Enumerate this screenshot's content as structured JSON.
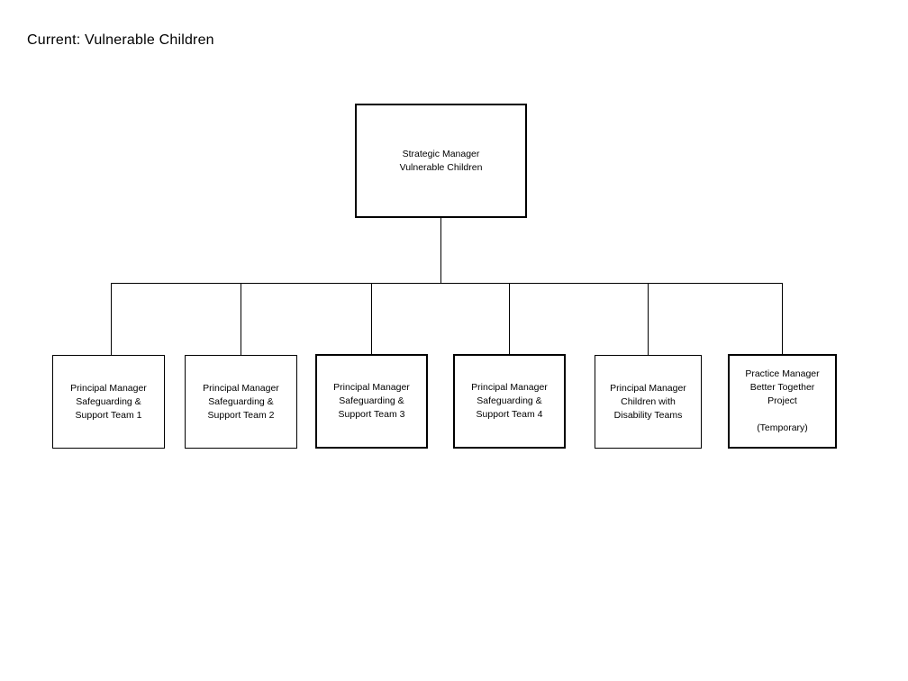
{
  "title": "Current: Vulnerable Children",
  "colors": {
    "line": "#000000",
    "text": "#000000",
    "background": "#ffffff"
  },
  "org_chart": {
    "root": {
      "label": "Strategic Manager\nVulnerable Children",
      "border": "thick"
    },
    "children": [
      {
        "label": "Principal Manager\nSafeguarding &\nSupport Team 1",
        "border": "thin"
      },
      {
        "label": "Principal Manager\nSafeguarding &\nSupport Team 2",
        "border": "thin"
      },
      {
        "label": "Principal Manager\nSafeguarding &\nSupport Team 3",
        "border": "thick"
      },
      {
        "label": "Principal Manager\nSafeguarding &\nSupport Team 4",
        "border": "thick"
      },
      {
        "label": "Principal Manager\nChildren with\nDisability Teams",
        "border": "thin"
      },
      {
        "label": "Practice Manager\nBetter Together\nProject\n\n(Temporary)",
        "border": "thick"
      }
    ]
  }
}
